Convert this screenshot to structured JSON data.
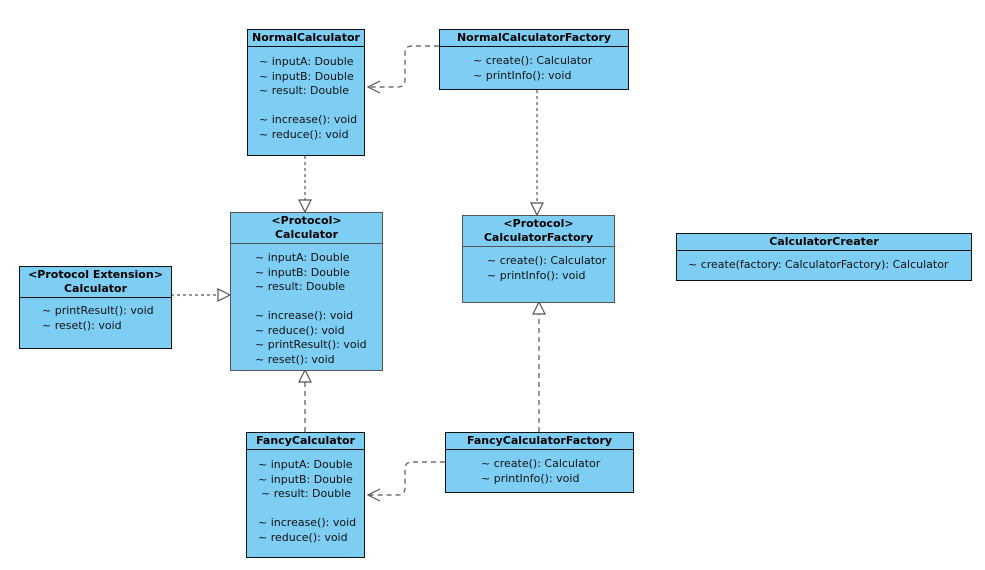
{
  "fill_color": "#7ecef4",
  "classes": {
    "normal_calculator": {
      "title": "NormalCalculator",
      "attributes": [
        "~ inputA: Double",
        "~ inputB: Double",
        "~ result: Double"
      ],
      "methods": [
        "~ increase(): void",
        "~ reduce(): void"
      ]
    },
    "normal_calculator_factory": {
      "title": "NormalCalculatorFactory",
      "methods": [
        "~ create(): Calculator",
        "~ printInfo(): void"
      ]
    },
    "calculator_protocol": {
      "stereotype": "<Protocol>",
      "title": "Calculator",
      "attributes": [
        "~ inputA: Double",
        "~ inputB: Double",
        "~ result: Double"
      ],
      "methods": [
        "~ increase(): void",
        "~ reduce(): void",
        "~ printResult(): void",
        "~ reset(): void"
      ]
    },
    "calculator_extension": {
      "stereotype": "<Protocol Extension>",
      "title": "Calculator",
      "methods": [
        "~ printResult(): void",
        "~ reset(): void"
      ]
    },
    "calculator_factory_protocol": {
      "stereotype": "<Protocol>",
      "title": "CalculatorFactory",
      "methods": [
        "~ create(): Calculator",
        "~ printInfo(): void"
      ]
    },
    "calculator_creater": {
      "title": "CalculatorCreater",
      "methods": [
        "~ create(factory: CalculatorFactory): Calculator"
      ]
    },
    "fancy_calculator": {
      "title": "FancyCalculator",
      "attributes": [
        "~ inputA: Double",
        "~ inputB: Double",
        "~ result: Double"
      ],
      "methods": [
        "~ increase(): void",
        "~ reduce(): void"
      ]
    },
    "fancy_calculator_factory": {
      "title": "FancyCalculatorFactory",
      "methods": [
        "~ create(): Calculator",
        "~ printInfo(): void"
      ]
    }
  }
}
